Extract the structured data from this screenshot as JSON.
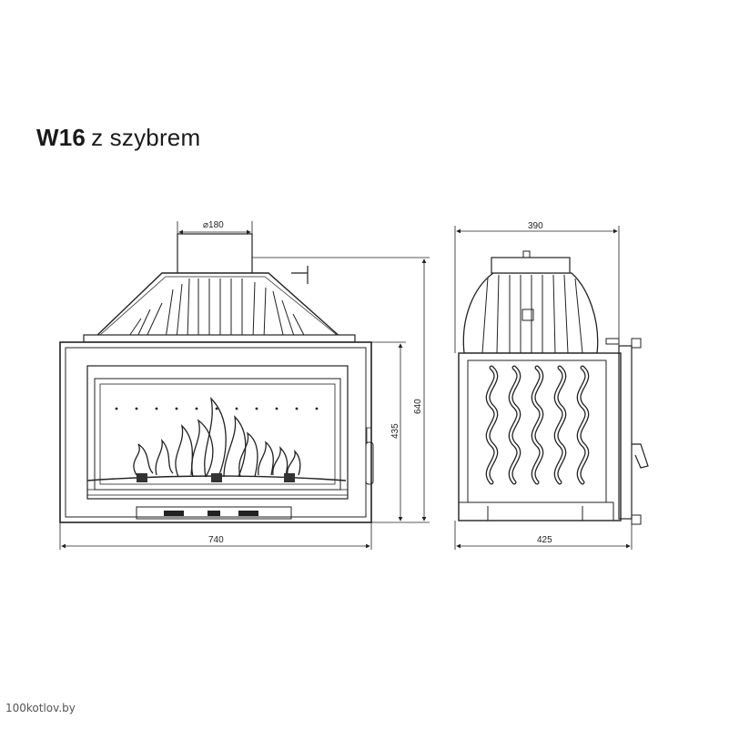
{
  "title": {
    "model": "W16",
    "suffix": "z szybrem"
  },
  "dimensions": {
    "flue_diameter": "180",
    "front_width": "740",
    "front_body_height": "435",
    "total_height": "640",
    "side_top_depth": "390",
    "side_bottom_depth": "425"
  },
  "watermark": "100kotlov.by"
}
